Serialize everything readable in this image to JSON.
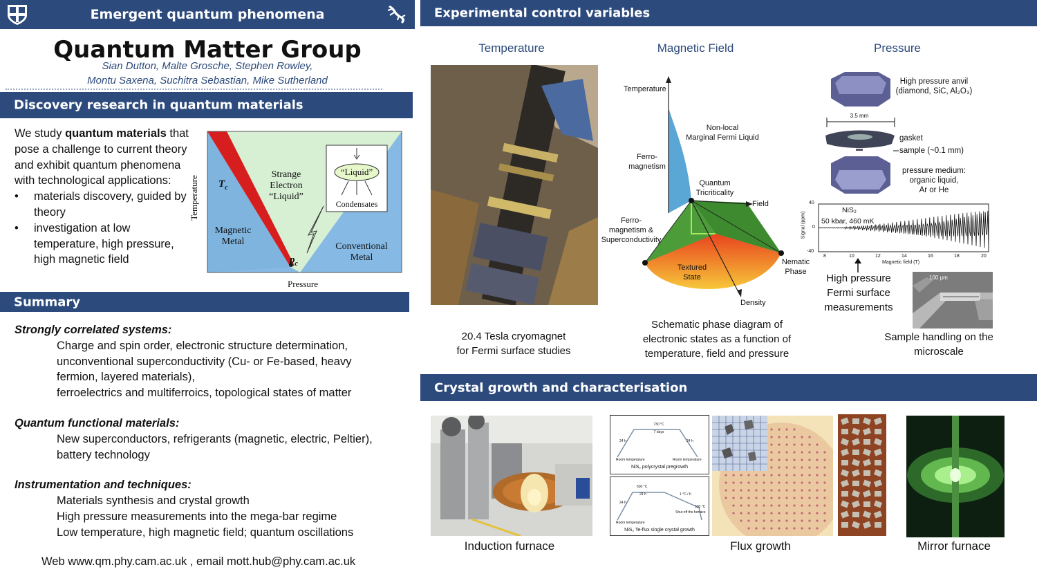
{
  "left": {
    "header": {
      "title": "Emergent quantum phenomena"
    },
    "group_title": "Quantum Matter Group",
    "authors_line1": "Sian Dutton, Malte Grosche, Stephen Rowley,",
    "authors_line2": "Montu Saxena, Suchitra Sebastian, Mike Sutherland",
    "discovery": {
      "title": "Discovery research in quantum materials",
      "intro_pre": "We study ",
      "intro_bold": "quantum materials",
      "intro_post": " that pose a challenge to current theory and exhibit quantum phenomena with technological applications:",
      "bullets": [
        "materials discovery, guided by theory",
        "investigation at low temperature, high pressure, high magnetic field"
      ],
      "diagram": {
        "ylabel": "Temperature",
        "xlabel": "Pressure",
        "tc": "T",
        "tc_sub": "c",
        "pc": "p",
        "pc_sub": "c",
        "strange": [
          "Strange",
          "Electron",
          "“Liquid”"
        ],
        "magnetic": [
          "Magnetic",
          "Metal"
        ],
        "conventional": [
          "Conventional",
          "Metal"
        ],
        "liquid": "“Liquid”",
        "condensates": "Condensates"
      }
    },
    "summary": {
      "title": "Summary",
      "sections": [
        {
          "heading": "Strongly correlated systems:",
          "lines": [
            "Charge and spin order, electronic structure determination,",
            "unconventional superconductivity (Cu- or Fe-based, heavy",
            "fermion, layered materials),",
            "ferroelectrics and multiferroics, topological states of matter"
          ]
        },
        {
          "heading": "Quantum functional materials:",
          "lines": [
            "New superconductors, refrigerants (magnetic, electric, Peltier),",
            "battery technology"
          ]
        },
        {
          "heading": "Instrumentation and techniques:",
          "lines": [
            "Materials synthesis and crystal growth",
            "High pressure measurements into the mega-bar regime",
            "Low temperature, high magnetic field; quantum oscillations"
          ]
        }
      ],
      "web": "Web www.qm.phy.cam.ac.uk , email mott.hub@phy.cam.ac.uk"
    }
  },
  "right": {
    "control": {
      "title": "Experimental control variables",
      "col_temperature": "Temperature",
      "col_field": "Magnetic Field",
      "col_pressure": "Pressure",
      "caption_cryo": [
        "20.4 Tesla cryomagnet",
        "for Fermi surface studies"
      ],
      "caption_phase": [
        "Schematic phase diagram of",
        "electronic states as a function of",
        "temperature, field and pressure"
      ],
      "caption_hp": [
        "High pressure",
        "Fermi surface",
        "measurements"
      ],
      "caption_micro": [
        "Sample handling on the",
        "microscale"
      ],
      "micro_scale": "100 µm",
      "phase": {
        "temperature": "Temperature",
        "field": "Field",
        "density": "Density",
        "ferro": [
          "Ferro-",
          "magnetism"
        ],
        "ferro_sc": [
          "Ferro-",
          "magnetism &",
          "Superconductivity"
        ],
        "nonlocal": [
          "Non-local",
          "Marginal Fermi Liquid"
        ],
        "quantum_tri": [
          "Quantum",
          "Tricriticality"
        ],
        "textured": [
          "Textured",
          "State"
        ],
        "nematic": [
          "Nematic",
          "Phase"
        ]
      },
      "pressure_cell": {
        "anvil": [
          "High pressure anvil",
          "(diamond, SiC, Al₂O₃)"
        ],
        "size": "3.5 mm",
        "gasket": "gasket",
        "sample": "sample (~0.1 mm)",
        "medium": [
          "pressure medium:",
          "organic liquid,",
          "Ar or He"
        ]
      },
      "osc_chart": {
        "material": "NiS₂",
        "conditions": "50 kbar, 460 mK",
        "ylabel": "Signal (ppm)",
        "xlabel": "Magnetic field  (T)",
        "yticks": [
          "40",
          "0",
          "-40"
        ],
        "xticks": [
          "8",
          "10",
          "12",
          "14",
          "16",
          "18",
          "20"
        ]
      }
    },
    "crystal": {
      "title": "Crystal growth and characterisation",
      "caption_induction": "Induction furnace",
      "caption_flux": "Flux growth",
      "caption_mirror": "Mirror furnace",
      "profile1": {
        "top": "730 °C",
        "days": "7 days",
        "left": "24 h",
        "right": "24 h",
        "rt_left": "Room temperature",
        "rt_right": "Room temperature",
        "name": "NiS₂ polycrystal pregrowth"
      },
      "profile2": {
        "top": "630 °C",
        "hold": "24 h",
        "rate": "1 °C / h",
        "left": "24 h",
        "end": "530 °C",
        "shut": "Shut off the furnace",
        "rt": "Room temperature",
        "name": "NiS₂ Te-flux single crystal growth"
      }
    }
  },
  "colors": {
    "header": "#2c4a7c",
    "magnetic_metal": "#7fb4de",
    "conventional": "#86b9e3",
    "liquid_region": "#d7f0d4",
    "red_wedge": "#d71e1e"
  }
}
